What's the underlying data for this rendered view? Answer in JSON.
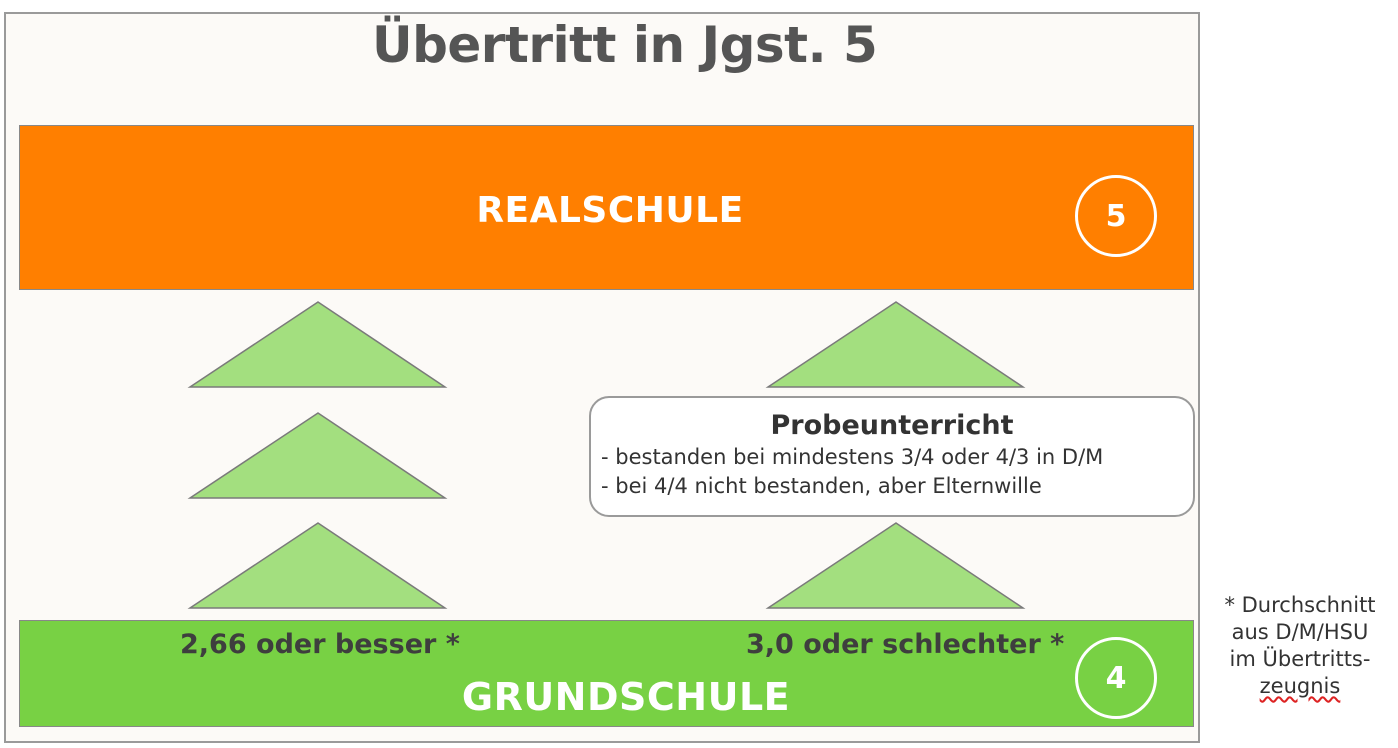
{
  "title": "Übertritt in Jgst. 5",
  "top_band": {
    "label": "REALSCHULE",
    "grade_number": "5",
    "color": "#ff7f00"
  },
  "bottom_band": {
    "label": "GRUNDSCHULE",
    "grade_number": "4",
    "color": "#78d144",
    "left_condition": "2,66 oder besser *",
    "right_condition": "3,0 oder schlechter *"
  },
  "probe": {
    "title": "Probeunterricht",
    "lines": [
      "- bestanden bei mindestens 3/4 oder 4/3 in D/M",
      "- bei 4/4 nicht bestanden, aber Elternwille"
    ]
  },
  "footnote": {
    "lines": [
      "* Durchschnitt",
      "aus D/M/HSU",
      "im Übertritts-",
      "zeugnis"
    ]
  },
  "colors": {
    "triangle_fill": "#a3df7f",
    "triangle_stroke": "#7a7a7a",
    "title_text": "#555555"
  }
}
